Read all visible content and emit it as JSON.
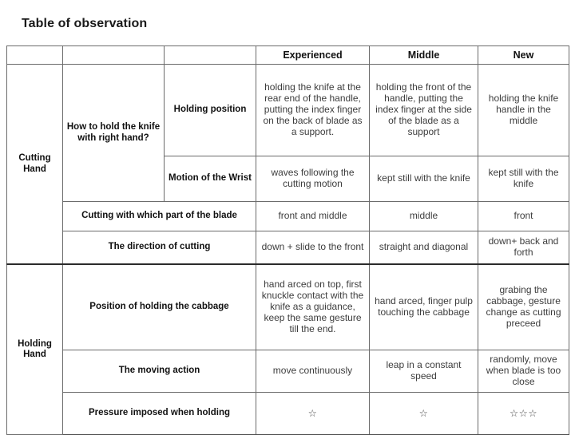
{
  "page": {
    "title": "Table of observation"
  },
  "table": {
    "column_headers": [
      "",
      "",
      "",
      "Experienced",
      "Middle",
      "New"
    ],
    "sections": [
      {
        "name": "Cutting Hand",
        "rows": [
          {
            "group": "How to hold the knife with right hand?",
            "label": "Holding position",
            "experienced": "holding the knife at the rear end of the handle, putting the index finger on the back of blade as a support.",
            "middle": "holding the front of the handle, putting the index finger at the side of the blade as a support",
            "new": "holding the knife handle in the middle"
          },
          {
            "group": "How to hold the knife with right hand?",
            "label": "Motion of the Wrist",
            "experienced": "waves following the cutting motion",
            "middle": "kept still with the knife",
            "new": "kept still with the knife"
          },
          {
            "group": "",
            "label": "Cutting with which part of the blade",
            "experienced": "front and middle",
            "middle": "middle",
            "new": "front"
          },
          {
            "group": "",
            "label": "The direction of cutting",
            "experienced": "down + slide to the front",
            "middle": "straight and diagonal",
            "new": "down+ back and forth"
          }
        ]
      },
      {
        "name": "Holding Hand",
        "rows": [
          {
            "group": "",
            "label": "Position of holding the cabbage",
            "experienced": "hand arced on top, first knuckle contact with the knife as a guidance, keep the same gesture till the end.",
            "middle": "hand arced, finger pulp touching the cabbage",
            "new": "grabing the cabbage, gesture change as cutting preceed"
          },
          {
            "group": "",
            "label": "The moving action",
            "experienced": "move continuously",
            "middle": "leap in a constant speed",
            "new": "randomly, move when blade is too close"
          },
          {
            "group": "",
            "label": "Pressure imposed when holding",
            "experienced": "☆",
            "middle": "☆",
            "new": "☆☆☆"
          }
        ]
      }
    ]
  }
}
